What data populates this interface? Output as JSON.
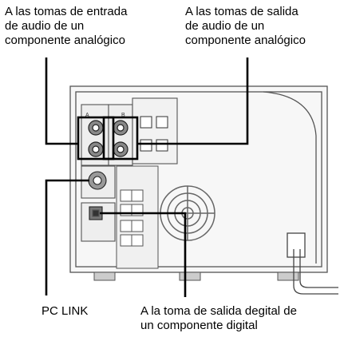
{
  "labels": {
    "analog_input": "A las tomas de entrada\nde audio de un\ncomponente analógico",
    "analog_output": "A las tomas de salida\nde audio de un\ncomponente analógico",
    "pc_link": "PC LINK",
    "digital_output": "A la toma de salida degital de\nun componente digital"
  },
  "panel_marks": {
    "jack_group_a": "A",
    "jack_group_b": "B"
  },
  "colors": {
    "line": "#000000",
    "panel_stroke": "#555555",
    "panel_fill": "#f4f4f4",
    "shade": "#d8d8d8"
  }
}
